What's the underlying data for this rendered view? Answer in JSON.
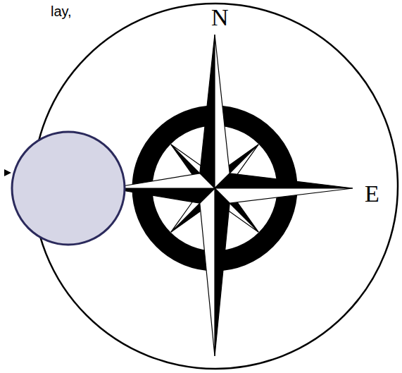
{
  "diagram": {
    "labels": [
      "lay,",
      "N",
      "E"
    ]
  }
}
